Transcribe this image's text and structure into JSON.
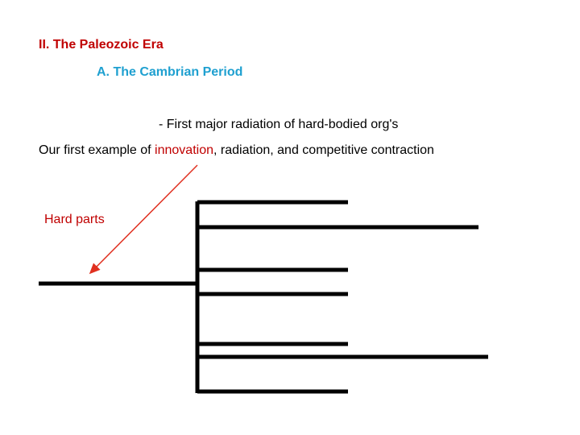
{
  "colors": {
    "heading": "#c00000",
    "subheading": "#1fa0d0",
    "text": "#000000",
    "highlight": "#c00000",
    "arrow": "#e03020",
    "tree": "#000000"
  },
  "heading": "II. The Paleozoic Era",
  "subheading": "A. The Cambrian Period",
  "bullet": "- First major radiation of hard-bodied org's",
  "sentence": {
    "prefix": "Our first example of ",
    "highlight": "innovation",
    "suffix": ", radiation, and competitive contraction"
  },
  "annotation": "Hard parts"
}
